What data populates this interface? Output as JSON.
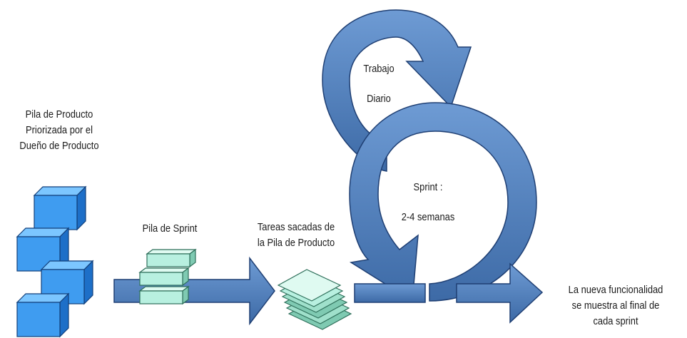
{
  "colors": {
    "arrow_fill": "#4f7ebd",
    "arrow_stroke": "#1f3f73",
    "cube_fill": "#3f9cf0",
    "cube_top": "#7cc6ff",
    "cube_side": "#1d6fc8",
    "sheet_fill": "#b8f0e0",
    "sheet_stroke": "#2e6f5a"
  },
  "labels": {
    "product_backlog": [
      "Pila de Producto",
      "Priorizada por el",
      "Dueño de Producto"
    ],
    "sprint_backlog": "Pila de Sprint",
    "tasks": [
      "Tareas sacadas de",
      "la Pila de Producto"
    ],
    "daily_work": [
      "Trabajo",
      "Diario"
    ],
    "sprint": [
      "Sprint :",
      "2-4 semanas"
    ],
    "new_functionality": [
      "La nueva funcionalidad",
      "se muestra al final de",
      "cada sprint"
    ]
  },
  "icons": [
    "cube-stack-icon",
    "sprint-backlog-stack-icon",
    "task-sheets-icon"
  ]
}
